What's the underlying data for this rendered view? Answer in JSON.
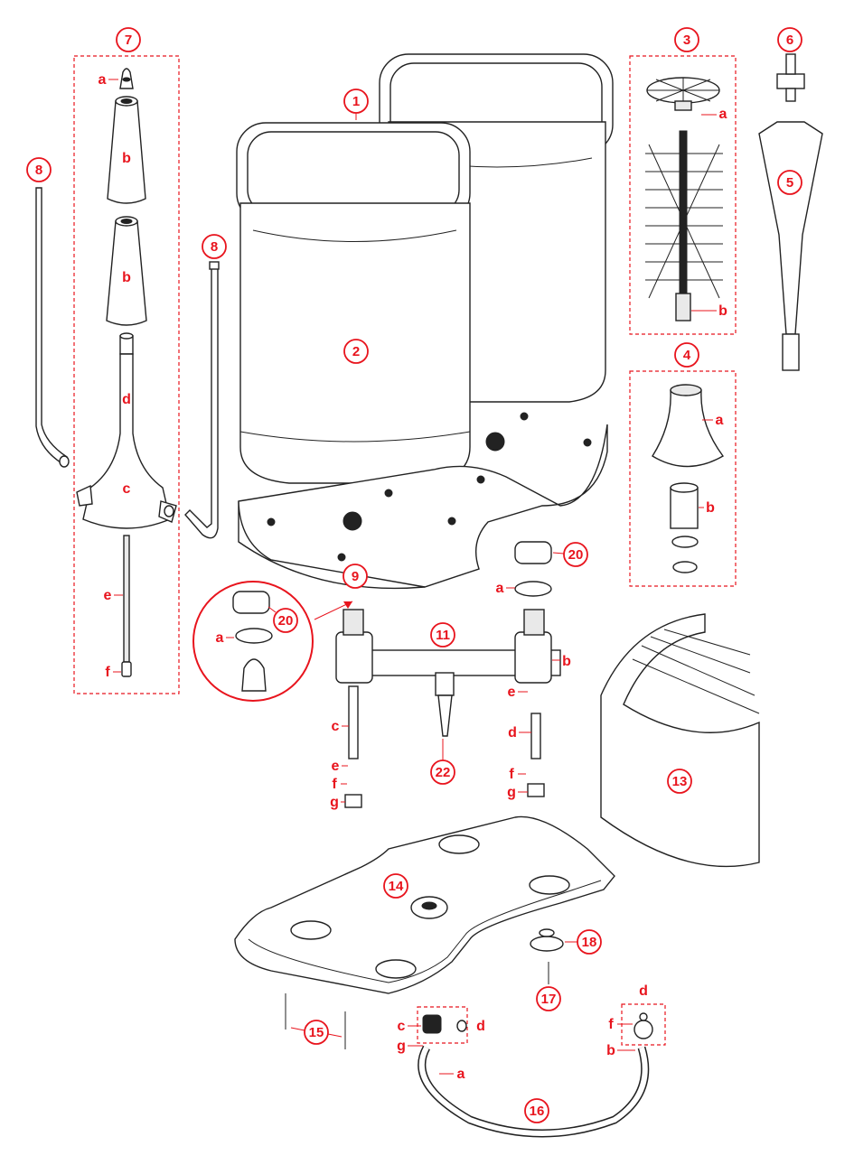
{
  "colors": {
    "accent": "#e8141d",
    "line": "#222222"
  },
  "numbers": [
    {
      "id": "n1",
      "text": "1"
    },
    {
      "id": "n2",
      "text": "2"
    },
    {
      "id": "n3",
      "text": "3"
    },
    {
      "id": "n4",
      "text": "4"
    },
    {
      "id": "n5",
      "text": "5"
    },
    {
      "id": "n6",
      "text": "6"
    },
    {
      "id": "n7",
      "text": "7"
    },
    {
      "id": "n8a",
      "text": "8"
    },
    {
      "id": "n8b",
      "text": "8"
    },
    {
      "id": "n9",
      "text": "9"
    },
    {
      "id": "n11",
      "text": "11"
    },
    {
      "id": "n13",
      "text": "13"
    },
    {
      "id": "n14",
      "text": "14"
    },
    {
      "id": "n15",
      "text": "15"
    },
    {
      "id": "n16",
      "text": "16"
    },
    {
      "id": "n17",
      "text": "17"
    },
    {
      "id": "n18",
      "text": "18"
    },
    {
      "id": "n20a",
      "text": "20"
    },
    {
      "id": "n20b",
      "text": "20"
    },
    {
      "id": "n22",
      "text": "22"
    }
  ],
  "letters": [
    {
      "id": "l7a",
      "text": "a"
    },
    {
      "id": "l7b1",
      "text": "b"
    },
    {
      "id": "l7b2",
      "text": "b"
    },
    {
      "id": "l7d",
      "text": "d"
    },
    {
      "id": "l7c",
      "text": "c"
    },
    {
      "id": "l7e",
      "text": "e"
    },
    {
      "id": "l7f",
      "text": "f"
    },
    {
      "id": "l3a",
      "text": "a"
    },
    {
      "id": "l3b",
      "text": "b"
    },
    {
      "id": "l4a",
      "text": "a"
    },
    {
      "id": "l4b",
      "text": "b"
    },
    {
      "id": "lDa",
      "text": "a"
    },
    {
      "id": "l20a",
      "text": "a"
    },
    {
      "id": "l11b",
      "text": "b"
    },
    {
      "id": "l11e1",
      "text": "e"
    },
    {
      "id": "l11c",
      "text": "c"
    },
    {
      "id": "l11e2",
      "text": "e"
    },
    {
      "id": "l11d",
      "text": "d"
    },
    {
      "id": "l11f1",
      "text": "f"
    },
    {
      "id": "l11g1",
      "text": "g"
    },
    {
      "id": "l11f2",
      "text": "f"
    },
    {
      "id": "l11g2",
      "text": "g"
    },
    {
      "id": "l16c",
      "text": "c"
    },
    {
      "id": "l16d1",
      "text": "d"
    },
    {
      "id": "l16g",
      "text": "g"
    },
    {
      "id": "l16a",
      "text": "a"
    },
    {
      "id": "l16d2",
      "text": "d"
    },
    {
      "id": "l16f",
      "text": "f"
    },
    {
      "id": "l16b",
      "text": "b"
    }
  ]
}
